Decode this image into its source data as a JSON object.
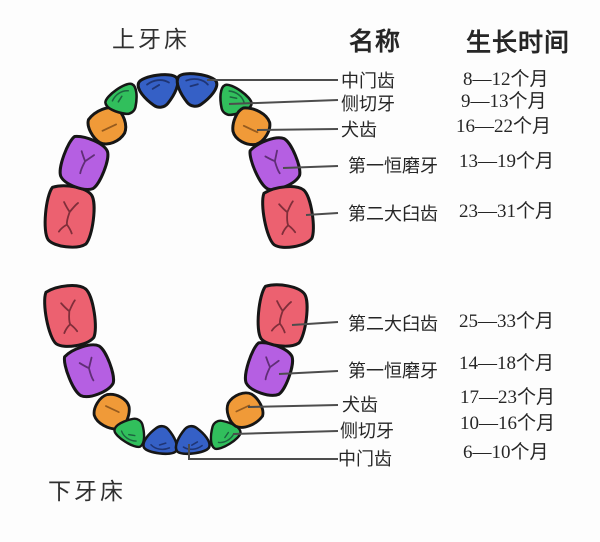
{
  "titles": {
    "upper": "上牙床",
    "lower": "下牙床"
  },
  "table": {
    "name_header": "名称",
    "time_header": "生长时间"
  },
  "upper_rows": [
    {
      "name": "中门齿",
      "time": "8—12个月"
    },
    {
      "name": "侧切牙",
      "time": "9—13个月"
    },
    {
      "name": "犬齿",
      "time": "16—22个月"
    },
    {
      "name": "第一恒磨牙",
      "time": "13—19个月"
    },
    {
      "name": "第二大臼齿",
      "time": "23—31个月"
    }
  ],
  "lower_rows": [
    {
      "name": "第二大臼齿",
      "time": "25—33个月"
    },
    {
      "name": "第一恒磨牙",
      "time": "14—18个月"
    },
    {
      "name": "犬齿",
      "time": "17—23个月"
    },
    {
      "name": "侧切牙",
      "time": "10—16个月"
    },
    {
      "name": "中门齿",
      "time": "6—10个月"
    }
  ],
  "colors": {
    "central_incisor": "#3560c6",
    "lateral_incisor": "#31bf5c",
    "canine": "#f09a38",
    "first_molar": "#b55fe2",
    "second_molar": "#ec6170",
    "leader_line": "#4d4d4d"
  }
}
